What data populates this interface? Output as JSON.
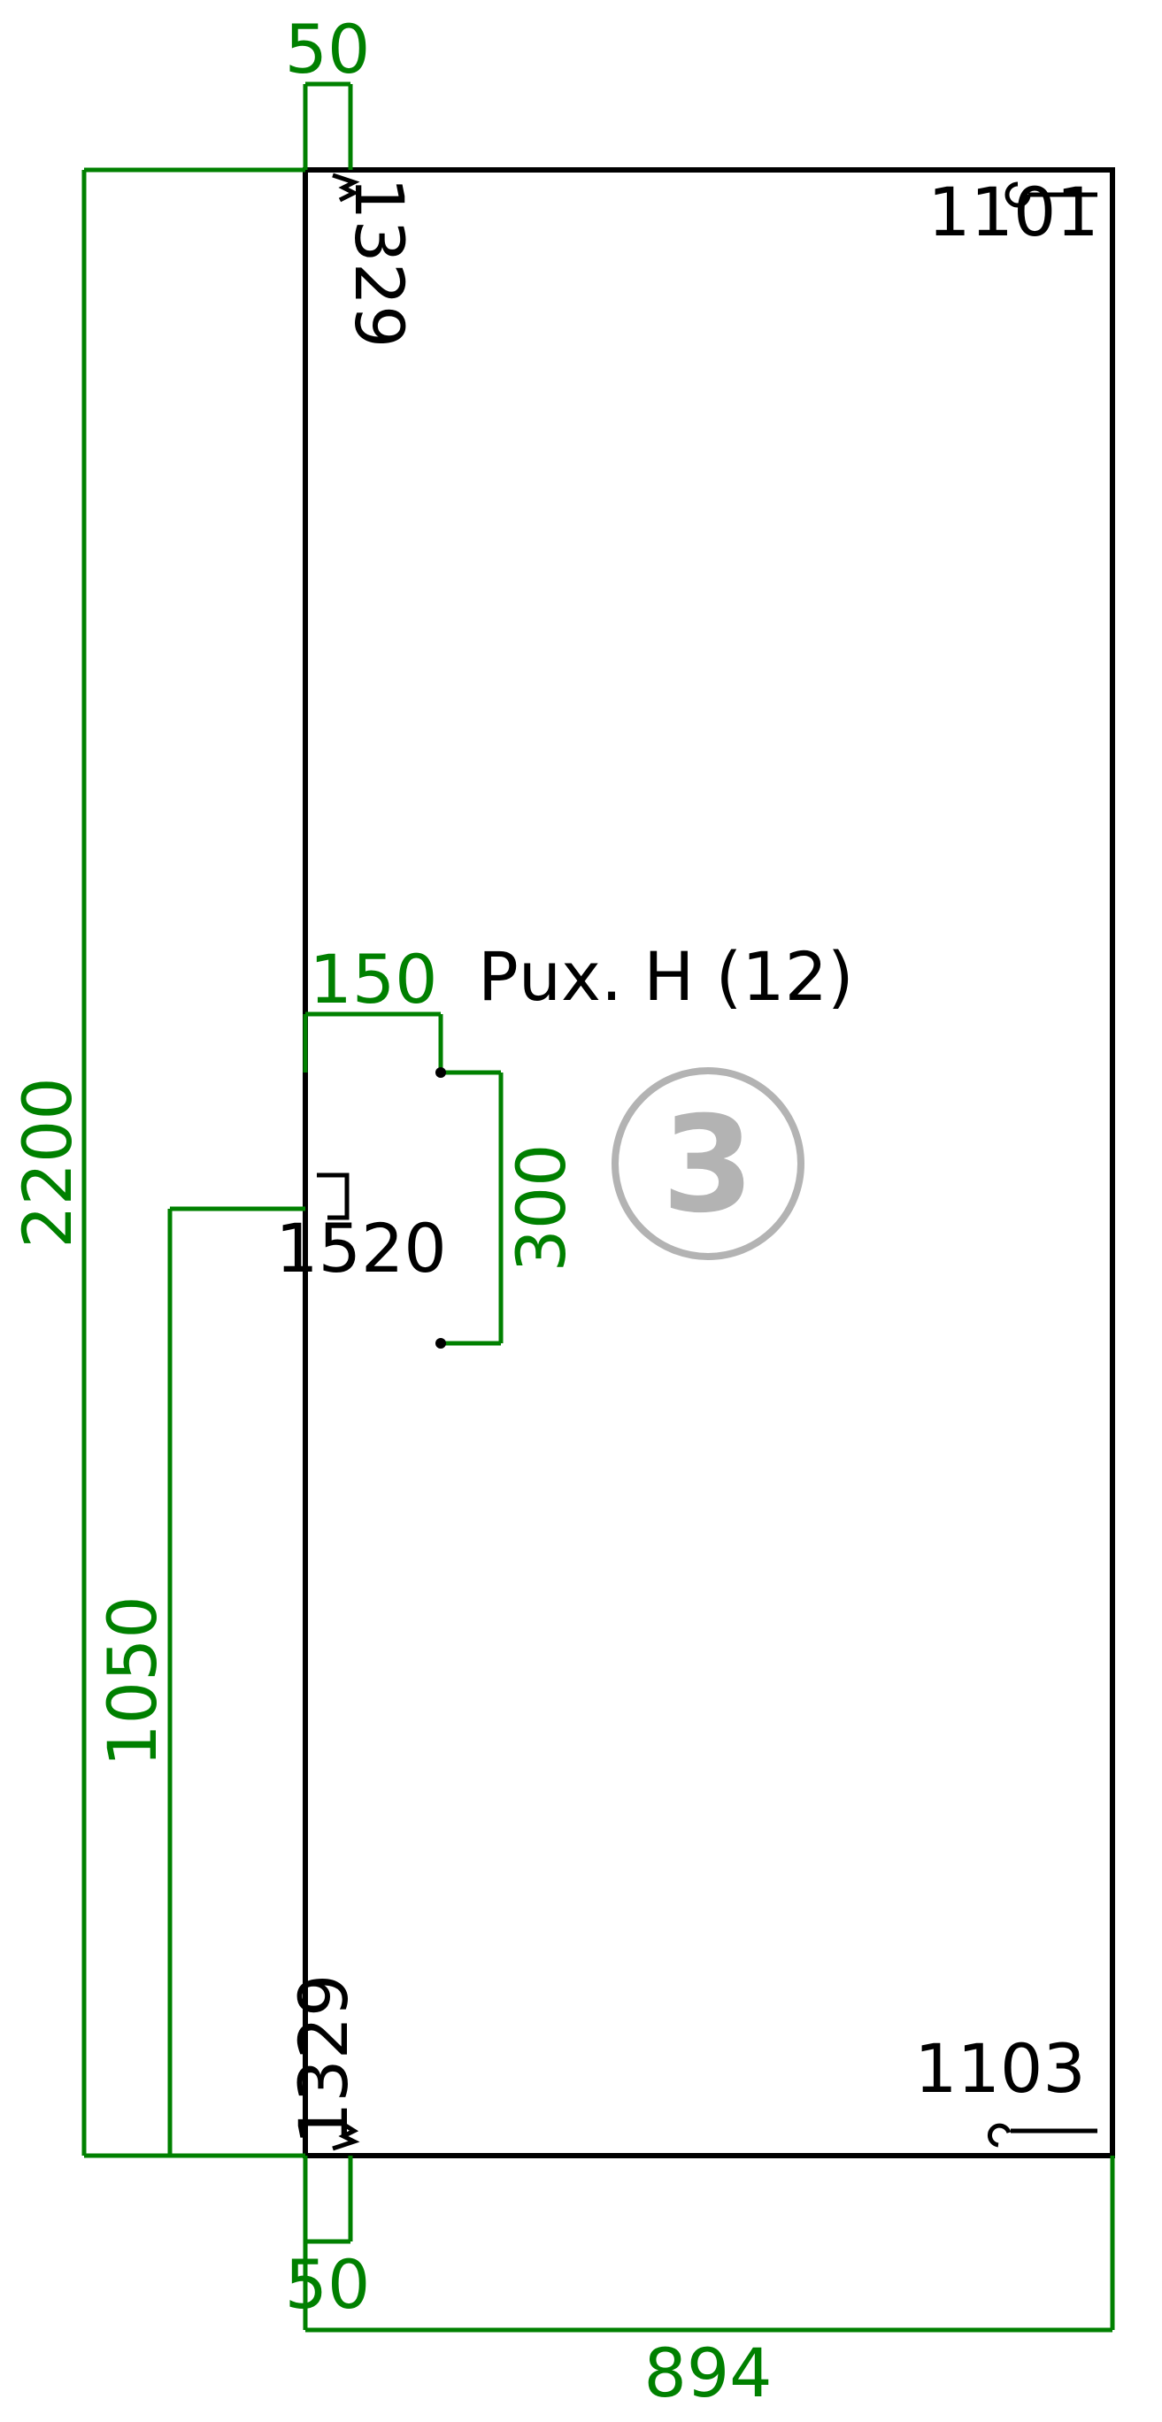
{
  "panel": {
    "title": "Рuх. Н (12)",
    "badge_number": "3",
    "height": "2200",
    "width": "894"
  },
  "dimensions": {
    "top_offset": "50",
    "bottom_offset": "50",
    "total_height": "2200",
    "hinge_position": "1050",
    "hole_offset": "150",
    "hole_spacing": "300",
    "total_width": "894"
  },
  "hardware_labels": {
    "top_left": "1329",
    "top_right": "1101",
    "middle_left": "1520",
    "bottom_left": "1329",
    "bottom_right": "1103"
  },
  "colors": {
    "dimension": "#008000",
    "outline": "#000000",
    "badge": "#b3b3b3"
  }
}
